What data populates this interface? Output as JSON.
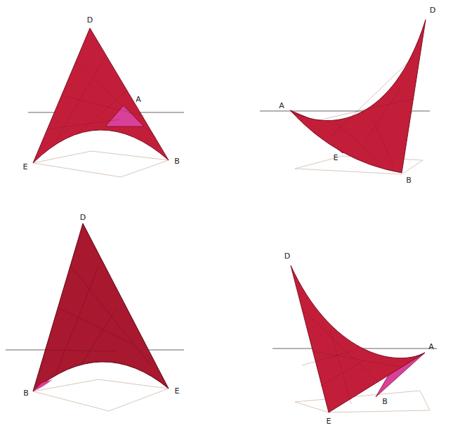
{
  "diagram": {
    "labels": [
      "D",
      "A",
      "E",
      "B",
      "A",
      "D",
      "E",
      "B",
      "D",
      "B",
      "E",
      "D",
      "A",
      "B",
      "E"
    ]
  }
}
